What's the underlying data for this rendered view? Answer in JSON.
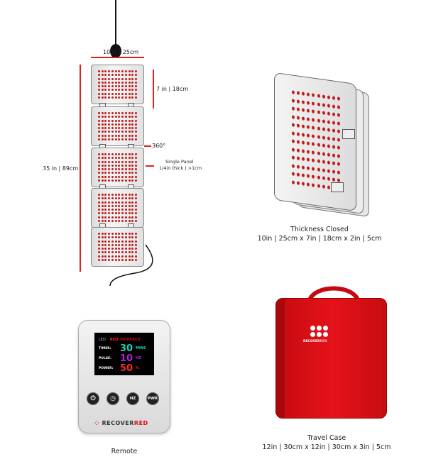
{
  "panel_diagram": {
    "width_label": "10 in | 25cm",
    "panel_height_label": "7 in | 18cm",
    "rotation_label": "360°",
    "single_panel_title": "Single Panel",
    "single_panel_thickness": "1/4in thick | >1cm",
    "total_height_label": "35 in | 89cm"
  },
  "closed": {
    "title": "Thickness Closed",
    "dims": "10in | 25cm x 7in | 18cm x 2in | 5cm"
  },
  "remote": {
    "led_label": "LED:",
    "led_red": "RED",
    "led_infrared": "INFRARED",
    "timer_label": "TIMER:",
    "timer_value": "30",
    "timer_unit": "MINS",
    "pulse_label": "PULSE:",
    "pulse_value": "10",
    "pulse_unit": "HZ",
    "power_label": "POWER:",
    "power_value": "50",
    "power_unit": "%",
    "buttons": [
      "⏻",
      "◷",
      "HZ",
      "PWR"
    ],
    "brand_a": "RECOVER",
    "brand_b": "RED",
    "caption": "Remote"
  },
  "case": {
    "brand_a": "RECOVER",
    "brand_b": "RED",
    "title": "Travel Case",
    "dims": "12in | 30cm x 12in | 30cm x 3in | 5cm"
  },
  "colors": {
    "accent": "#e02020",
    "timer": "#1fd1b0",
    "pulse": "#b020e0",
    "power": "#ff2a2a"
  }
}
